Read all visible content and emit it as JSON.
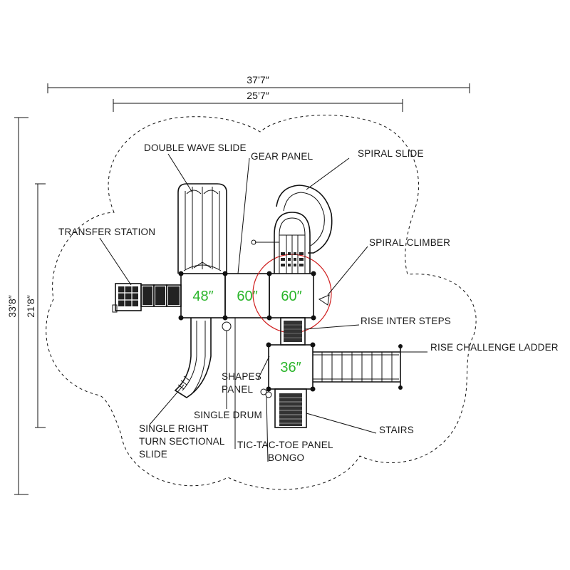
{
  "dimensions": {
    "overall_width": "37’7″",
    "structure_width": "25’7″",
    "overall_depth": "33’8″",
    "structure_depth": "21’8″"
  },
  "decks": [
    {
      "id": "deck-48",
      "height": "48″"
    },
    {
      "id": "deck-60-a",
      "height": "60″"
    },
    {
      "id": "deck-60-b",
      "height": "60″"
    },
    {
      "id": "deck-36",
      "height": "36″"
    }
  ],
  "labels": {
    "double_wave_slide": "DOUBLE WAVE SLIDE",
    "gear_panel": "GEAR PANEL",
    "spiral_slide": "SPIRAL SLIDE",
    "transfer_station": "TRANSFER STATION",
    "spiral_climber": "SPIRAL CLIMBER",
    "rise_inter_steps": "RISE INTER STEPS",
    "rise_challenge_ladder": "RISE CHALLENGE LADDER",
    "shapes_panel_line1": "SHAPES",
    "shapes_panel_line2": "PANEL",
    "single_drum": "SINGLE DRUM",
    "single_right_line1": "SINGLE RIGHT",
    "single_right_line2": "TURN SECTIONAL",
    "single_right_line3": "SLIDE",
    "tic_tac_toe_panel": "TIC-TAC-TOE PANEL",
    "bongo": "BONGO",
    "stairs": "STAIRS"
  },
  "colors": {
    "line": "#111111",
    "deck_label": "#2bb52b",
    "highlight_circle": "#d01f1f"
  }
}
